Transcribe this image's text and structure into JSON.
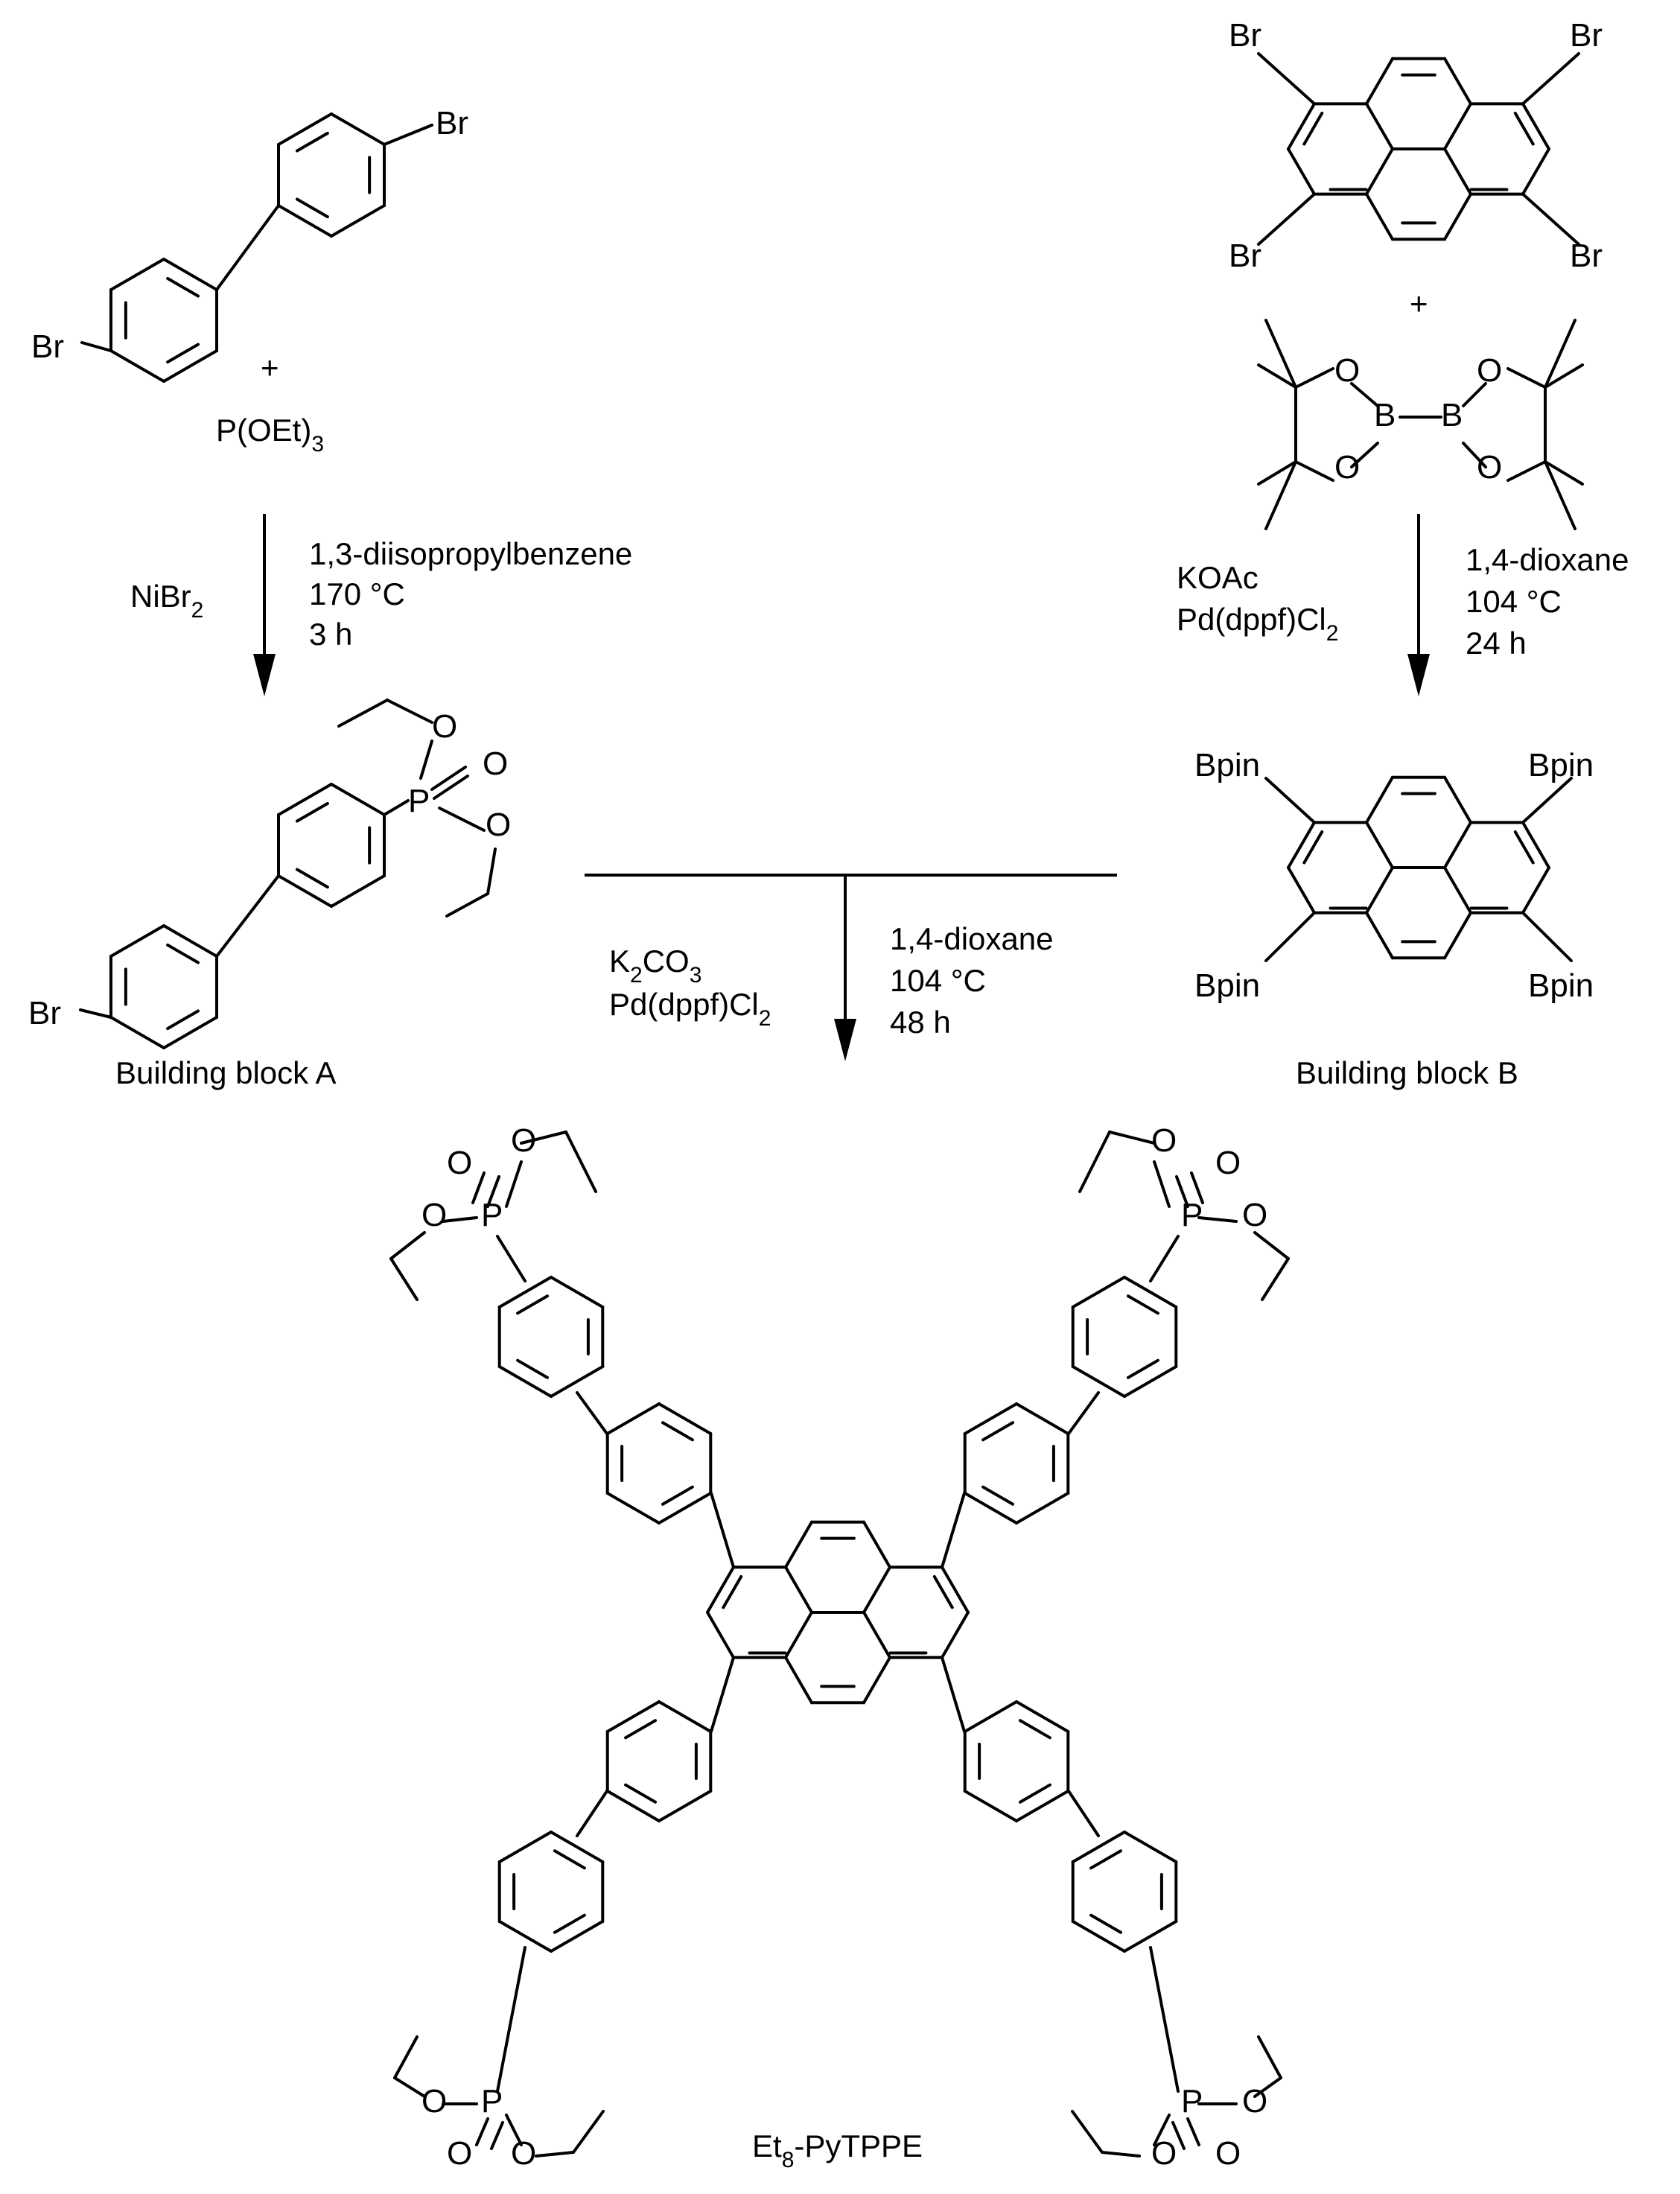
{
  "reactants": {
    "biphenyl_br": "Br",
    "plus_1": "+",
    "phosphite": "P(OEt)",
    "phosphite_sub": "3",
    "tetrabromopyrene_br": "Br",
    "plus_2": "+",
    "boron": "B",
    "oxygen": "O"
  },
  "step1": {
    "catalyst": "NiBr",
    "catalyst_sub": "2",
    "solvent": "1,3-diisopropylbenzene",
    "temperature": "170 °C",
    "time": "3 h"
  },
  "step2": {
    "base": "KOAc",
    "catalyst": "Pd(dppf)Cl",
    "catalyst_sub": "2",
    "solvent": "1,4-dioxane",
    "temperature": "104 °C",
    "time": "24 h"
  },
  "step3": {
    "base_k": "K",
    "base_k_sub": "2",
    "base_co": "CO",
    "base_co_sub": "3",
    "catalyst": "Pd(dppf)Cl",
    "catalyst_sub": "2",
    "solvent": "1,4-dioxane",
    "temperature": "104 °C",
    "time": "48 h"
  },
  "building_block_a": {
    "caption": "Building block A",
    "br": "Br",
    "p": "P",
    "o": "O"
  },
  "building_block_b": {
    "caption": "Building block B",
    "bpin": "Bpin"
  },
  "product": {
    "name_pre": "Et",
    "name_sub": "8",
    "name_post": "-PyTPPE",
    "p": "P",
    "o": "O"
  }
}
